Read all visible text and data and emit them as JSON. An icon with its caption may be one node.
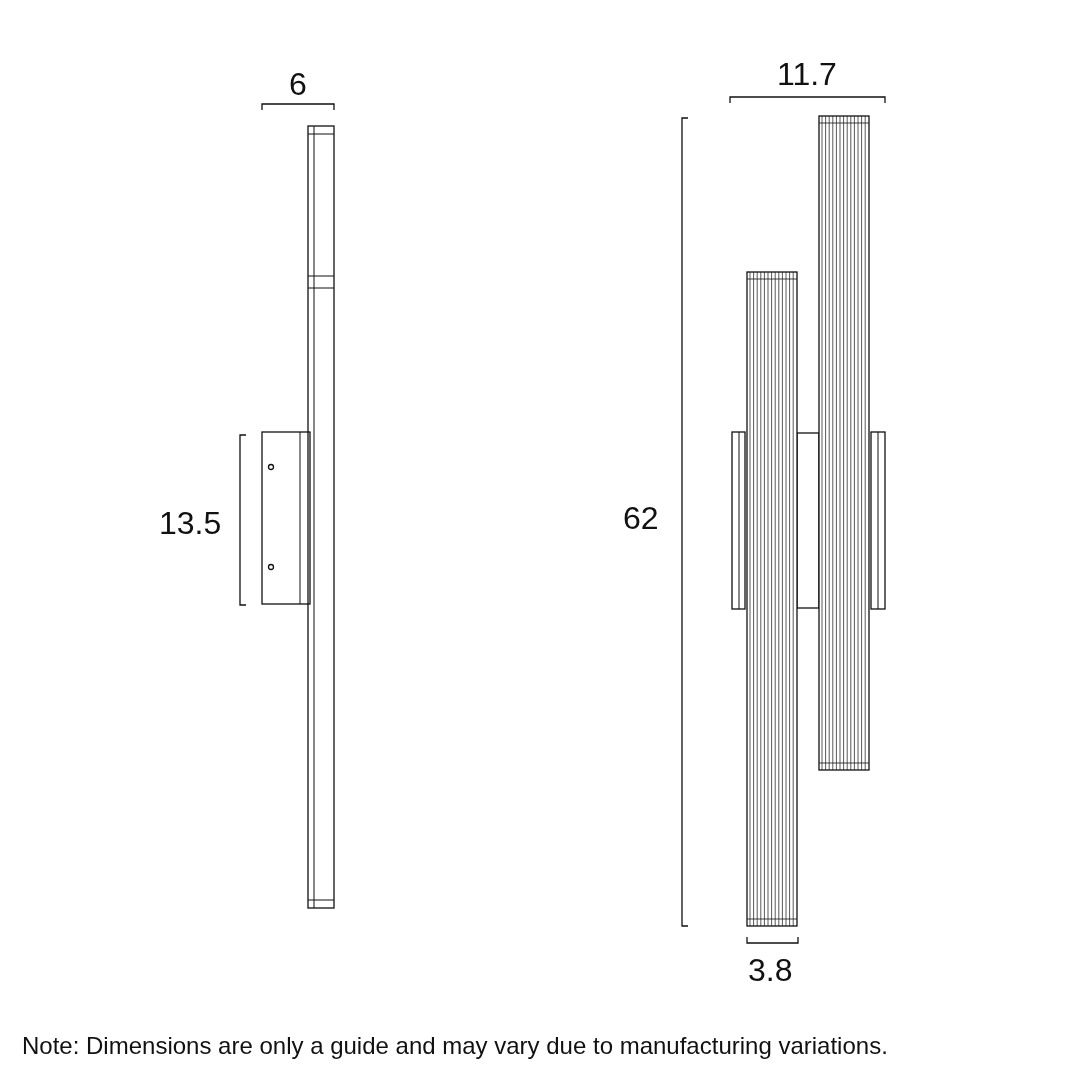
{
  "diagram": {
    "labels": [
      "6",
      "11.7",
      "13.5",
      "62",
      "3.8",
      "Note: Dimensions are only a guide and may vary due to manufacturing variations."
    ]
  }
}
